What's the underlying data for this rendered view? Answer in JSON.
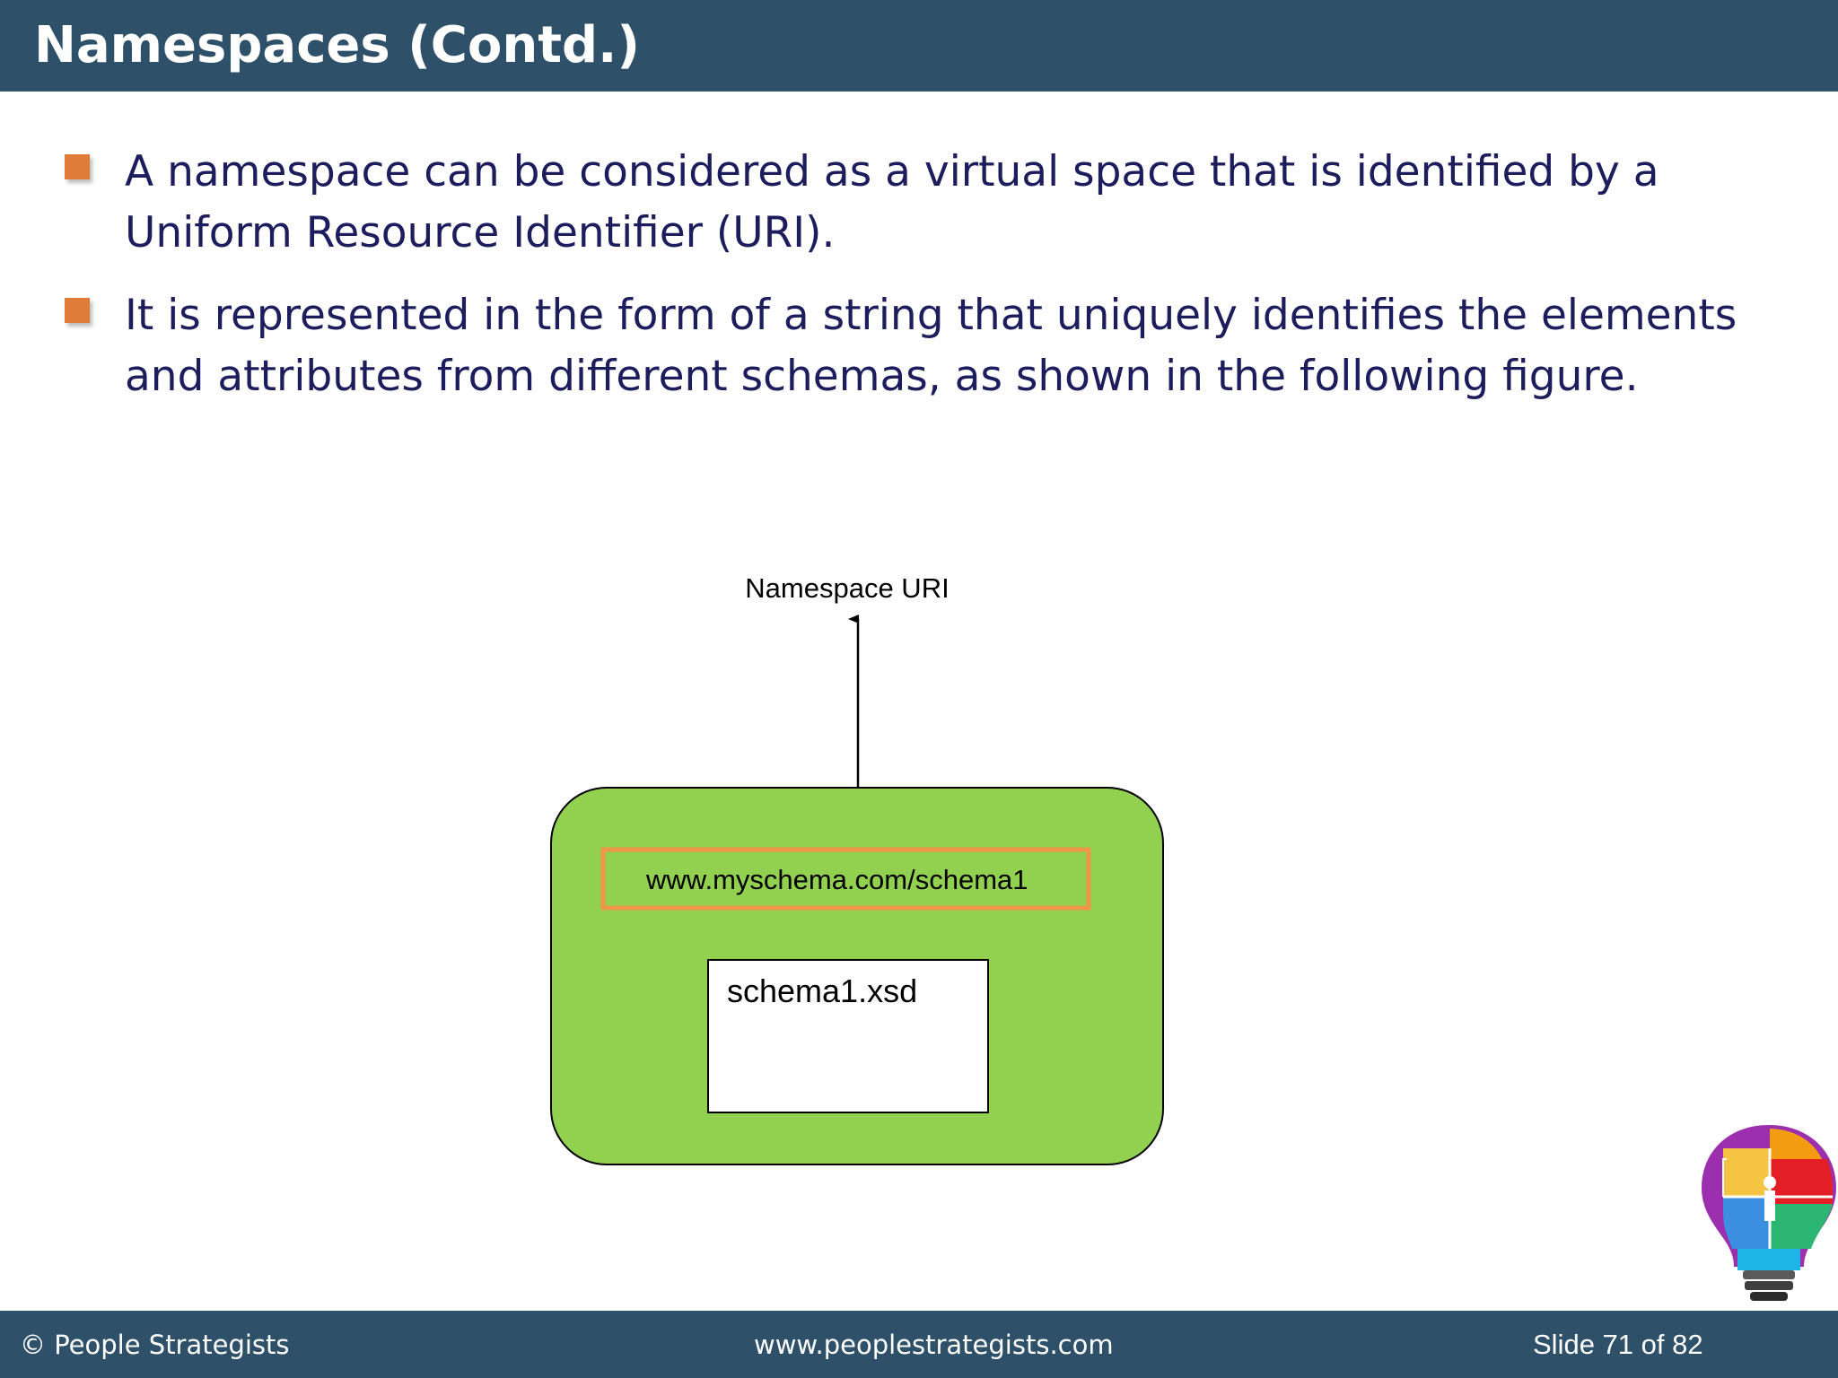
{
  "slide": {
    "title": "Namespaces (Contd.)",
    "bullets": [
      "A namespace can be considered as a virtual space that is identified by a Uniform Resource Identifier (URI).",
      "It is represented in the form of a string that uniquely identifies the elements and attributes from different schemas, as shown in the following figure."
    ]
  },
  "figure": {
    "arrow_label": "Namespace URI",
    "uri_text": "www.myschema.com/schema1",
    "schema_file": "schema1.xsd"
  },
  "footer": {
    "copyright": "© People Strategists",
    "website": "www.peoplestrategists.com",
    "slide_number": "Slide 71 of 82"
  },
  "colors": {
    "header_bg": "#2e5169",
    "bullet_marker": "#e07b39",
    "body_text": "#1d1c5c",
    "namespace_box_fill": "#92d050",
    "uri_box_border": "#f0964a"
  }
}
